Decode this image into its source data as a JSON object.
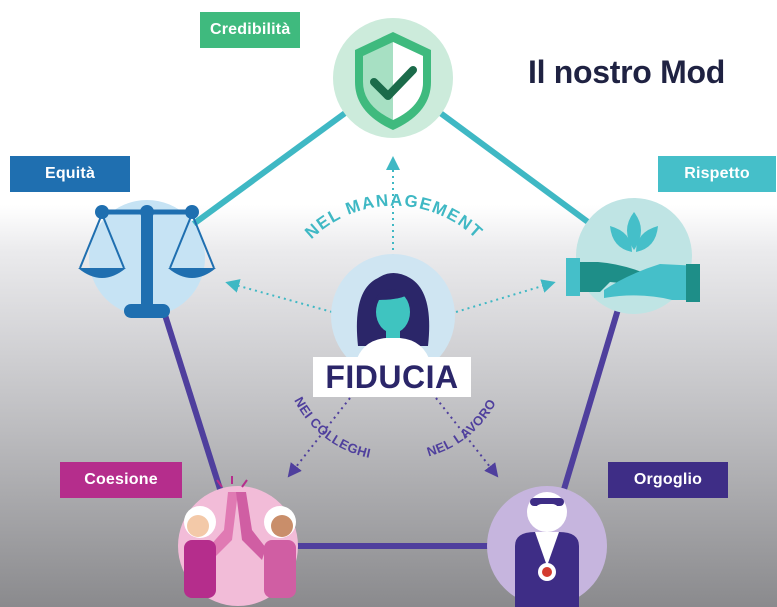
{
  "title": "Il nostro Mod",
  "center_label": "FIDUCIA",
  "arc_labels": {
    "management": "NEL MANAGEMENT",
    "colleghi": "NEI COLLEGHI",
    "lavoro": "NEL LAVORO"
  },
  "values": {
    "credibilita": "Credibilità",
    "equita": "Equità",
    "rispetto": "Rispetto",
    "coesione": "Coesione",
    "orgoglio": "Orgoglio"
  },
  "icons": {
    "credibilita": "shield-check-icon",
    "equita": "balance-scale-icon",
    "rispetto": "lotus-hands-icon",
    "coesione": "high-five-icon",
    "orgoglio": "medal-person-icon",
    "center": "woman-portrait-icon"
  },
  "colors": {
    "credibilita": "#3fba7e",
    "equita": "#1f6fb0",
    "rispetto": "#45bfc9",
    "coesione": "#b52d8c",
    "orgoglio": "#3e2d86",
    "navy": "#2b2669",
    "teal_line": "#3fb8c4",
    "purple_line": "#4f3f9d",
    "arc_text": "#3fb8c4",
    "arc_text_bottom": "#4f3f9d"
  }
}
